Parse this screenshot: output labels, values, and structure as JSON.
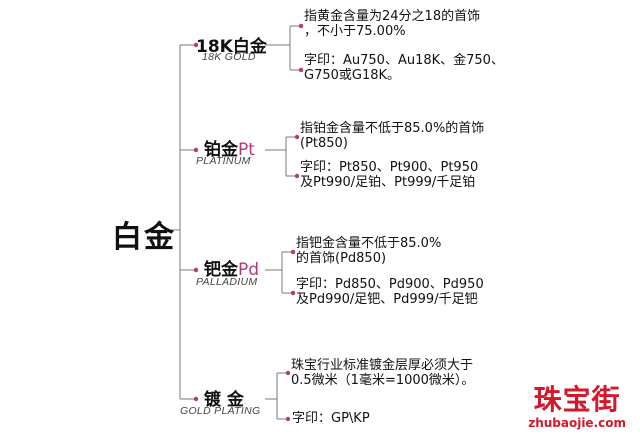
{
  "root": {
    "title": "白金"
  },
  "branches": [
    {
      "title_main": "18K白金",
      "title_accent": "",
      "subtitle": "18K GOLD",
      "notes": [
        [
          "指黄金含量为24分之18的首饰",
          "，不小于75.00%"
        ],
        [
          "字印：Au750、Au18K、金750、",
          "G750或G18K。"
        ]
      ]
    },
    {
      "title_main": "铂金",
      "title_accent": "Pt",
      "subtitle": "PLATINUM",
      "notes": [
        [
          "指铂金含量不低于85.0%的首饰",
          "(Pt850)"
        ],
        [
          "字印：Pt850、Pt900、Pt950",
          "及Pt990/足铂、Pt999/千足铂"
        ]
      ]
    },
    {
      "title_main": "钯金",
      "title_accent": "Pd",
      "subtitle": "PALLADIUM",
      "notes": [
        [
          "指钯金含量不低于85.0%",
          "的首饰(Pd850)"
        ],
        [
          "字印：Pd850、Pd900、Pd950",
          "及Pd990/足钯、Pd999/千足钯"
        ]
      ]
    },
    {
      "title_main": "镀 金",
      "title_accent": "",
      "subtitle": "GOLD PLATING",
      "notes": [
        [
          "珠宝行业标准镀金层厚必须大于",
          "0.5微米（1毫米=1000微米）。"
        ],
        [
          "字印：GP\\KP"
        ]
      ]
    }
  ],
  "watermark": {
    "cn": "珠宝街",
    "en": "zhubaojie.com"
  },
  "colors": {
    "line": "#7a7a7a",
    "dot": "#b03a7a",
    "accent": "#b03a7a",
    "watermark": "#d4172b"
  }
}
